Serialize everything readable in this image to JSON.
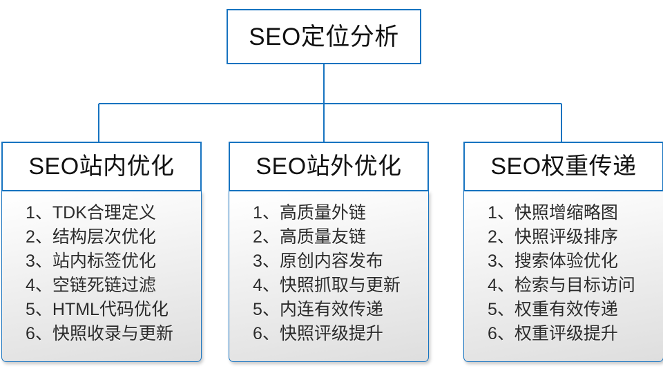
{
  "diagram": {
    "type": "organization-tree",
    "accent_color": "#1673c0",
    "background_color": "#ffffff",
    "root": {
      "label": "SEO定位分析"
    },
    "branches": [
      {
        "title": "SEO站内优化",
        "items": [
          "1、TDK合理定义",
          "2、结构层次优化",
          "3、站内标签优化",
          "4、空链死链过滤",
          "5、HTML代码优化",
          "6、快照收录与更新"
        ]
      },
      {
        "title": "SEO站外优化",
        "items": [
          "1、高质量外链",
          "2、高质量友链",
          "3、原创内容发布",
          "4、快照抓取与更新",
          "5、内连有效传递",
          "6、快照评级提升"
        ]
      },
      {
        "title": "SEO权重传递",
        "items": [
          "1、快照增缩略图",
          "2、快照评级排序",
          "3、搜索体验优化",
          "4、检索与目标访问",
          "5、权重有效传递",
          "6、权重评级提升"
        ]
      }
    ]
  }
}
